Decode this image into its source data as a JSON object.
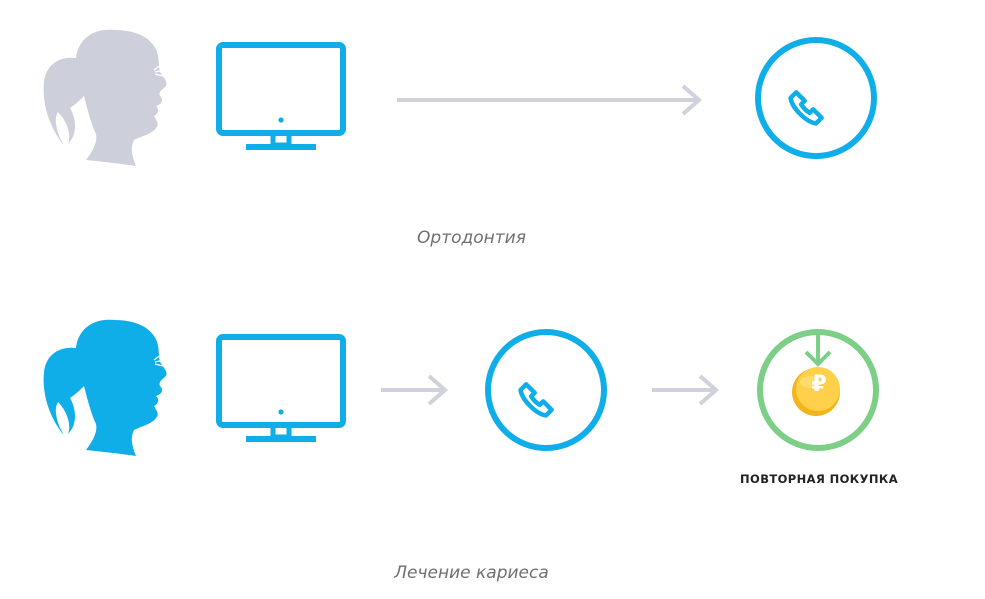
{
  "colors": {
    "accent_blue": "#10aee8",
    "muted_gray": "#cdd0db",
    "arrow_gray": "#cfd2dd",
    "green": "#7dce86",
    "coin_gold": "#f2b51c",
    "coin_highlight": "#ffd957"
  },
  "rows": [
    {
      "caption": "Ортодонтия",
      "steps": [
        "person-icon",
        "monitor-icon",
        "arrow-icon",
        "phone-icon"
      ]
    },
    {
      "caption": "Лечение кариеса",
      "steps": [
        "person-icon",
        "monitor-icon",
        "arrow-icon",
        "phone-icon",
        "arrow-icon",
        "coin-icon"
      ],
      "purchase_label": "ПОВТОРНАЯ ПОКУПКА",
      "coin_symbol": "₽"
    }
  ]
}
